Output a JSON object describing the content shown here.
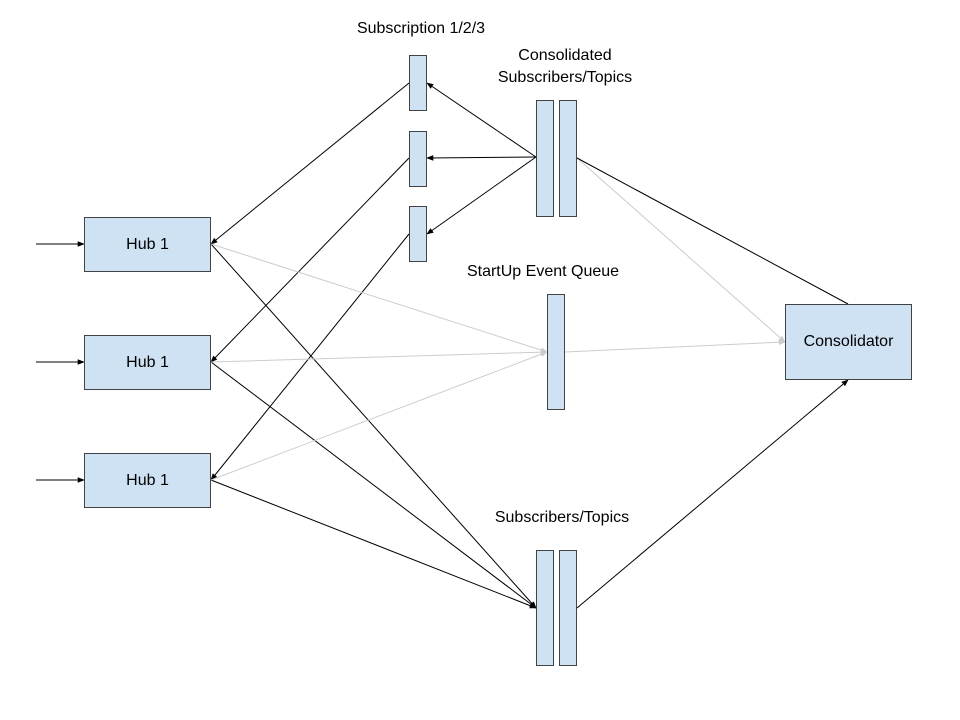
{
  "colors": {
    "node_fill": "#cfe2f3",
    "node_border": "#434343",
    "edge_primary": "#000000",
    "edge_secondary": "#cccccc"
  },
  "labels": {
    "subscription_group": "Subscription 1/2/3",
    "consolidated_line1": "Consolidated",
    "consolidated_line2": "Subscribers/Topics",
    "startup_queue": "StartUp Event Queue",
    "subscribers_topics": "Subscribers/Topics"
  },
  "nodes": {
    "hub_top": "Hub 1",
    "hub_middle": "Hub 1",
    "hub_bottom": "Hub 1",
    "consolidator": "Consolidator"
  },
  "connections": [
    {
      "from": "external",
      "to": "hub_top",
      "style": "primary"
    },
    {
      "from": "external",
      "to": "hub_middle",
      "style": "primary"
    },
    {
      "from": "external",
      "to": "hub_bottom",
      "style": "primary"
    },
    {
      "from": "consolidated_subscribers_topics",
      "to": "subscription_1",
      "style": "primary"
    },
    {
      "from": "consolidated_subscribers_topics",
      "to": "subscription_2",
      "style": "primary"
    },
    {
      "from": "consolidated_subscribers_topics",
      "to": "subscription_3",
      "style": "primary"
    },
    {
      "from": "subscription_1",
      "to": "hub_top",
      "style": "primary"
    },
    {
      "from": "subscription_2",
      "to": "hub_middle",
      "style": "primary"
    },
    {
      "from": "subscription_3",
      "to": "hub_bottom",
      "style": "primary"
    },
    {
      "from": "hub_top",
      "to": "subscribers_topics",
      "style": "primary"
    },
    {
      "from": "hub_middle",
      "to": "subscribers_topics",
      "style": "primary"
    },
    {
      "from": "hub_bottom",
      "to": "subscribers_topics",
      "style": "primary"
    },
    {
      "from": "hub_top",
      "to": "startup_event_queue",
      "style": "secondary"
    },
    {
      "from": "hub_middle",
      "to": "startup_event_queue",
      "style": "secondary"
    },
    {
      "from": "hub_bottom",
      "to": "startup_event_queue",
      "style": "secondary"
    },
    {
      "from": "startup_event_queue",
      "to": "consolidator",
      "style": "secondary"
    },
    {
      "from": "consolidated_subscribers_topics",
      "to": "consolidator",
      "style": "secondary"
    },
    {
      "from": "consolidator",
      "to": "consolidated_subscribers_topics",
      "style": "primary"
    },
    {
      "from": "subscribers_topics",
      "to": "consolidator",
      "style": "primary"
    }
  ]
}
